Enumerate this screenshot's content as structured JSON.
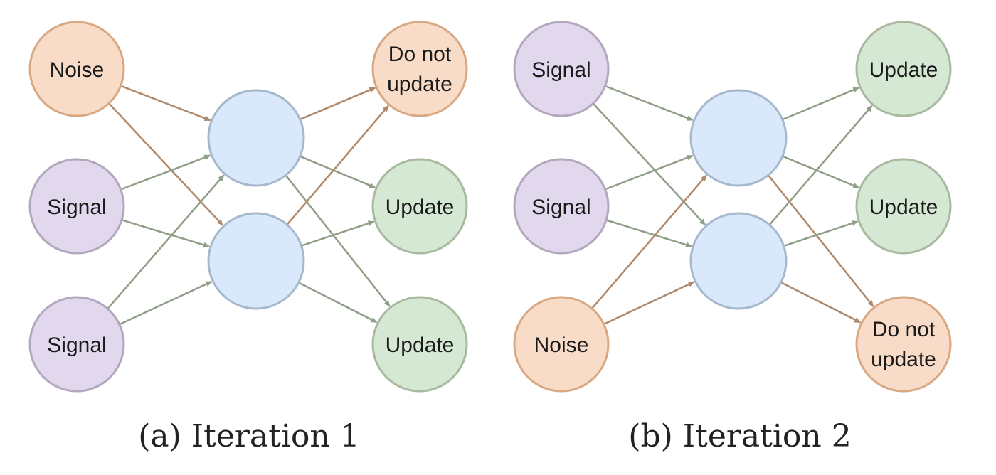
{
  "colors": {
    "noise_fill": "#f8dcc8",
    "noise_stroke": "#d8a882",
    "signal_fill": "#e2d8ee",
    "signal_stroke": "#b2a7bd",
    "hidden_fill": "#dae8fc",
    "hidden_stroke": "#a6b8cc",
    "update_fill": "#d5e8d4",
    "update_stroke": "#a8b99f",
    "noise_edge": "#b0896a",
    "signal_edge": "#8f9e86"
  },
  "panels": [
    {
      "caption": "(a) Iteration 1",
      "inputs": [
        {
          "kind": "noise",
          "label": "Noise"
        },
        {
          "kind": "signal",
          "label": "Signal"
        },
        {
          "kind": "signal",
          "label": "Signal"
        }
      ],
      "outputs": [
        {
          "kind": "noise",
          "lines": [
            "Do not",
            "update"
          ]
        },
        {
          "kind": "update",
          "lines": [
            "Update"
          ]
        },
        {
          "kind": "update",
          "lines": [
            "Update"
          ]
        }
      ]
    },
    {
      "caption": "(b) Iteration 2",
      "inputs": [
        {
          "kind": "signal",
          "label": "Signal"
        },
        {
          "kind": "signal",
          "label": "Signal"
        },
        {
          "kind": "noise",
          "label": "Noise"
        }
      ],
      "outputs": [
        {
          "kind": "update",
          "lines": [
            "Update"
          ]
        },
        {
          "kind": "update",
          "lines": [
            "Update"
          ]
        },
        {
          "kind": "noise",
          "lines": [
            "Do not",
            "update"
          ]
        }
      ]
    }
  ]
}
